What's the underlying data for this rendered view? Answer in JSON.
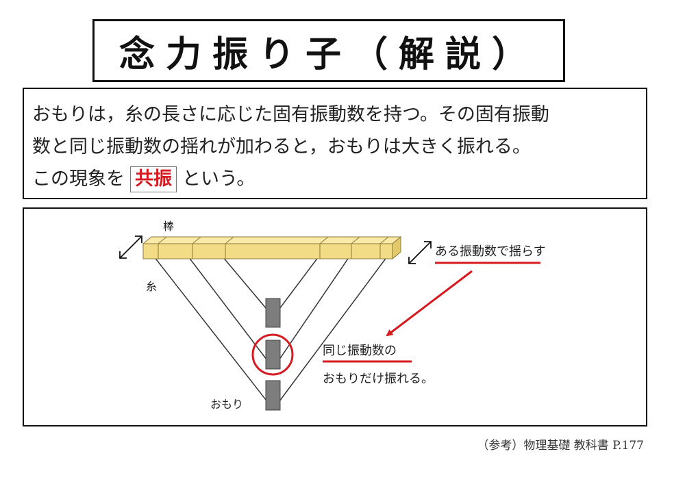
{
  "title": "念力振り子（解説）",
  "explanation": {
    "line1": "おもりは，糸の長さに応じた固有振動数を持つ。その固有振動",
    "line2": "数と同じ振動数の揺れが加わると，おもりは大きく振れる。",
    "line3_prefix": "この現象を",
    "keyword": "共振",
    "line3_suffix": "という。"
  },
  "diagram": {
    "stick_label": "棒",
    "string_label": "糸",
    "weight_label": "おもり",
    "shake_label": "ある振動数で揺らす",
    "result_line1": "同じ振動数の",
    "result_line2": "おもりだけ振れる。",
    "colors": {
      "stick_fill": "#f3dc86",
      "stick_stroke": "#8a7a3a",
      "weight_fill": "#7d7d7d",
      "highlight_red": "#d71920"
    }
  },
  "reference": "（参考）物理基礎 教科書 P.177"
}
